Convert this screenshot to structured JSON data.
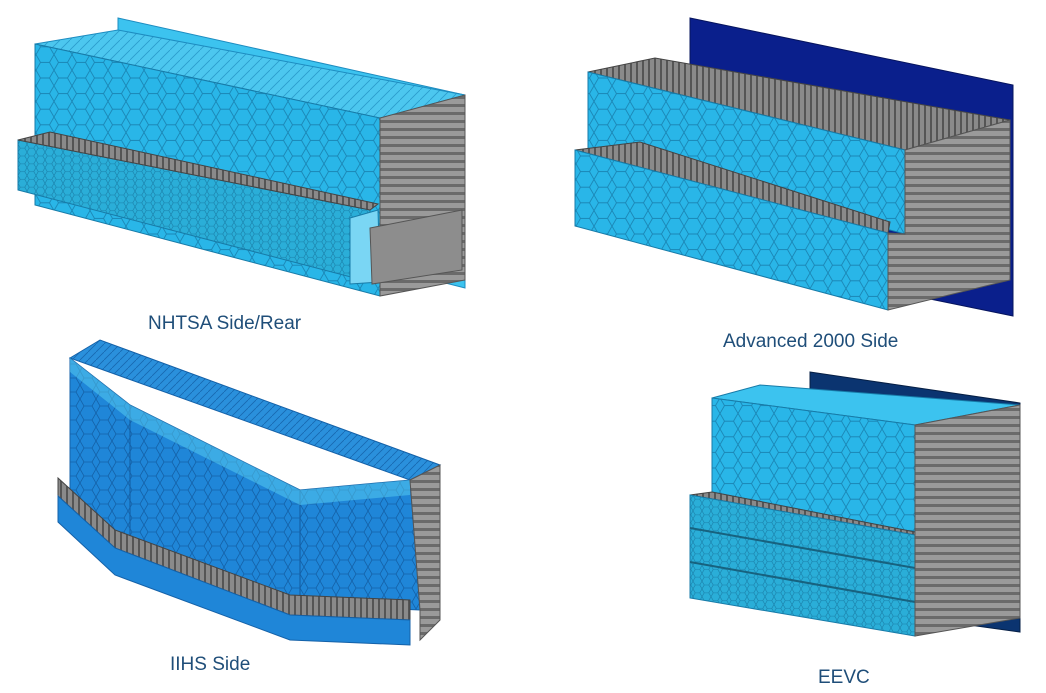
{
  "figure": {
    "panels": [
      {
        "id": "nhtsa",
        "caption": "NHTSA Side/Rear"
      },
      {
        "id": "advanced",
        "caption": "Advanced 2000 Side"
      },
      {
        "id": "iihs",
        "caption": "IIHS Side"
      },
      {
        "id": "eevc",
        "caption": "EEVC"
      }
    ]
  },
  "colors": {
    "honeycomb_face": "#29b6e8",
    "honeycomb_cell": "#1b86b5",
    "block_top": "#4cc7ef",
    "corrugated_side": "#8a8a8a",
    "corrugated_dark": "#5a5a5a",
    "backplate_dark_blue": "#0a1f8c",
    "backplate_navy": "#0b3470",
    "iihs_blue": "#1f86d8",
    "caption_text": "#1f4e79"
  }
}
